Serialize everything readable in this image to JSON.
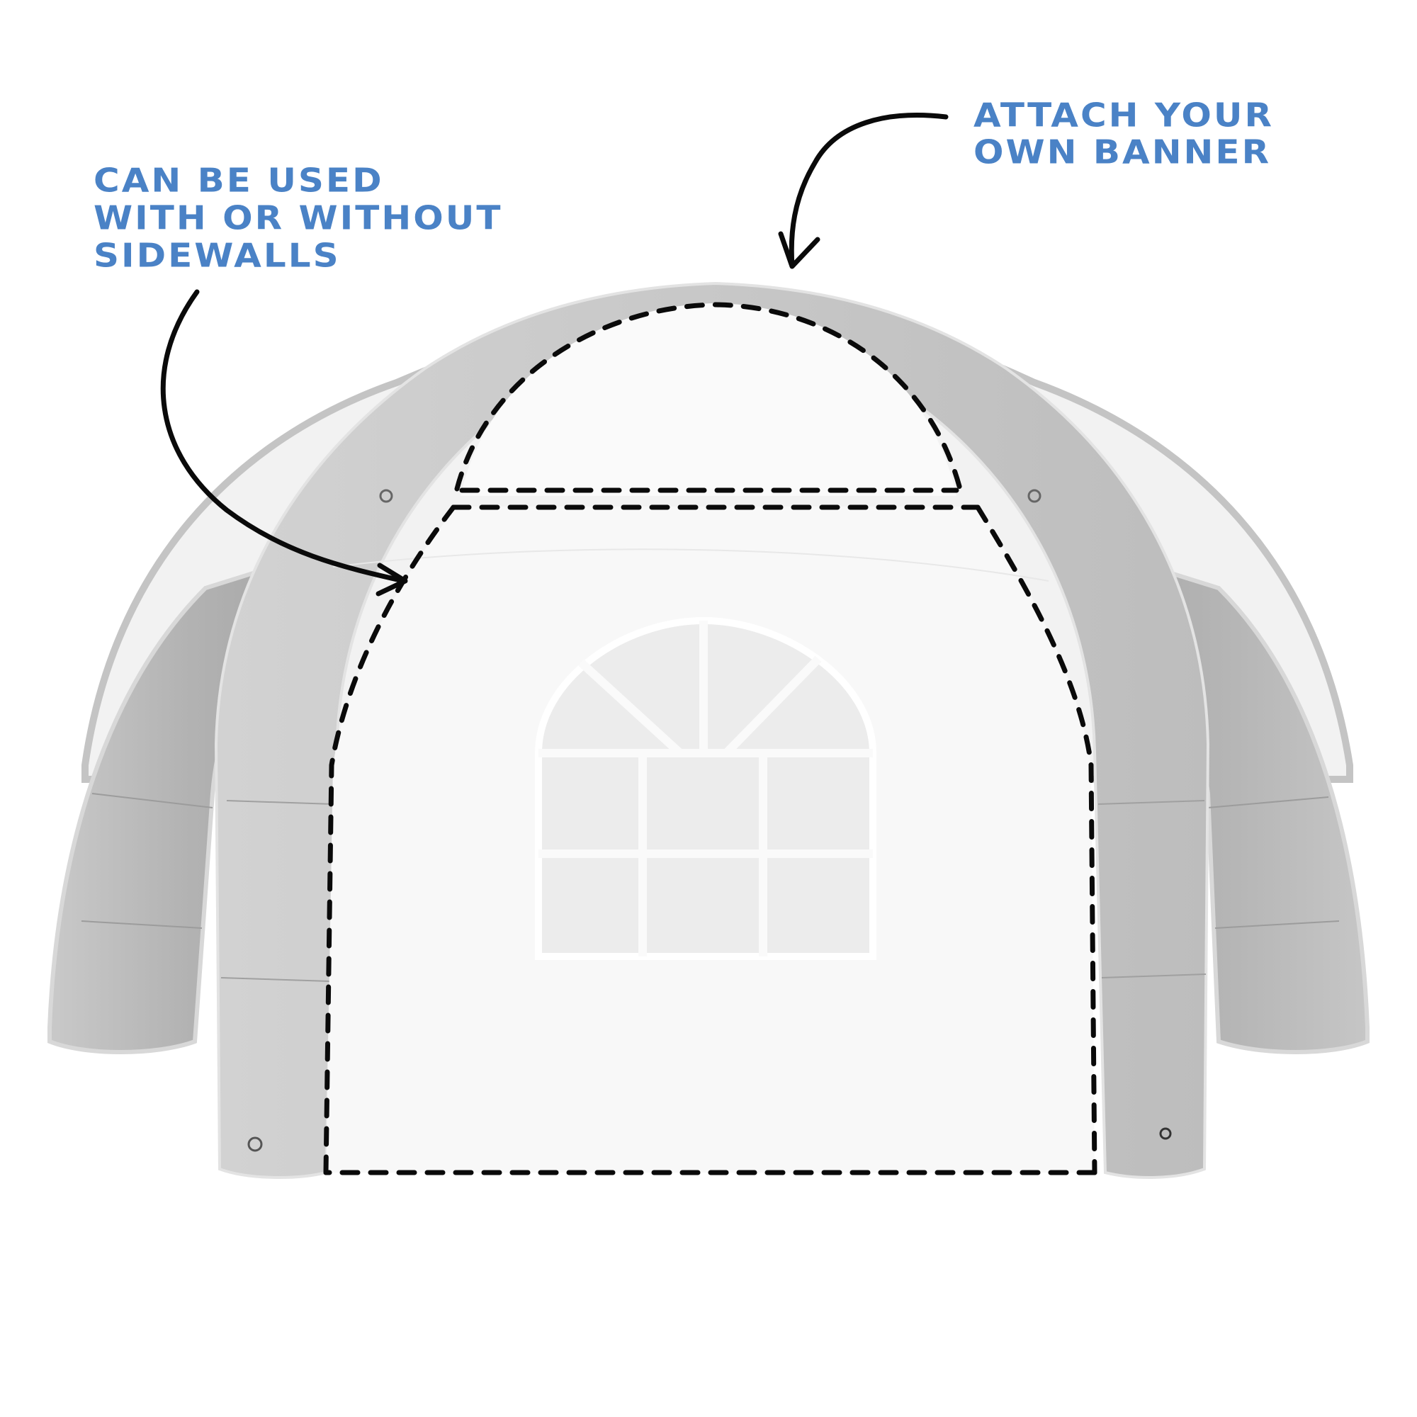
{
  "callouts": {
    "sidewalls": {
      "lines": [
        "Can be used",
        "with or without",
        "sidewalls"
      ]
    },
    "banner": {
      "lines": [
        "Attach your",
        "own banner"
      ]
    }
  },
  "colors": {
    "callout_text": "#4a82c6",
    "arrow": "#0a0a0a",
    "dashed_outline": "#0a0a0a",
    "tent_tube": "#b9b9b9",
    "tent_tube_dark": "#a6a6a6",
    "fabric": "#f7f7f7",
    "window_pane": "#ececec",
    "background": "#ffffff"
  },
  "illustration": {
    "subject": "inflatable spider dome tent with removable sidewall",
    "sidewall_window": {
      "shape": "arched",
      "arch_panes": 4,
      "grid_rows": 2,
      "grid_cols": 3
    },
    "highlighted_regions": [
      "banner-area",
      "sidewall-area"
    ]
  }
}
